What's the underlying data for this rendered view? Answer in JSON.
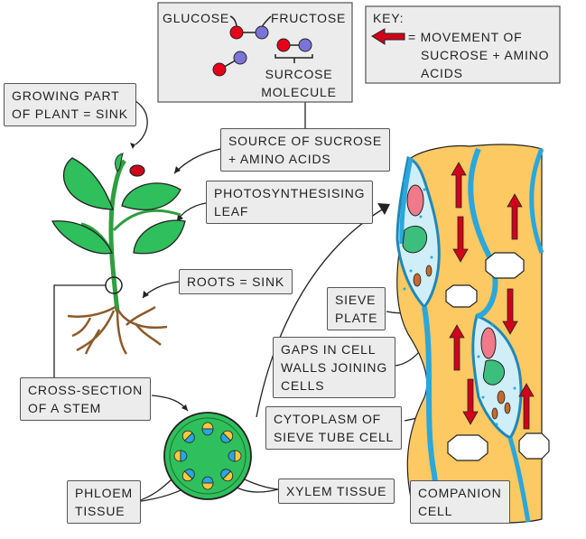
{
  "molecule": {
    "glucose_label": "GLUCOSE",
    "fructose_label": "FRUCTOSE",
    "sucrose_line1": "SURCOSE",
    "sucrose_line2": "MOLECULE",
    "glucose_color": "#e8001b",
    "fructose_color": "#7a74d8"
  },
  "key": {
    "title": "KEY:",
    "line1": "= MOVEMENT  OF",
    "line2": "SUCROSE  +  AMINO",
    "line3": "ACIDS",
    "arrow_color": "#d0021b"
  },
  "labels": {
    "growing_part": [
      "GROWING  PART",
      "OF  PLANT = SINK"
    ],
    "source": [
      "SOURCE  OF  SUCROSE",
      "+  AMINO  ACIDS"
    ],
    "photosynthesising": [
      "PHOTOSYNTHESISING",
      "LEAF"
    ],
    "roots": [
      "ROOTS = SINK"
    ],
    "cross_section": [
      "CROSS-SECTION",
      "OF  A  STEM"
    ],
    "phloem": [
      "PHLOEM",
      "TISSUE"
    ],
    "xylem": [
      "XYLEM  TISSUE"
    ],
    "sieve_plate": [
      "SIEVE",
      "PLATE"
    ],
    "gaps": [
      "GAPS  IN  CELL",
      "WALLS   JOINING",
      "CELLS"
    ],
    "cytoplasm": [
      "CYTOPLASM  OF",
      "SIEVE  TUBE  CELL"
    ],
    "companion": [
      "COMPANION",
      "CELL"
    ]
  },
  "colors": {
    "leaf": "#2fbf5c",
    "stem": "#2e9e3e",
    "root": "#8b5a2b",
    "flower": "#d0021b",
    "cell_wall": "#2aa7dc",
    "tube_fill": "#fdc963",
    "companion_fill": "#cfeef7",
    "cross_section": "#2fbf5c",
    "phloem_blob": "#ffc83d",
    "xylem_blob": "#2aa7dc"
  }
}
